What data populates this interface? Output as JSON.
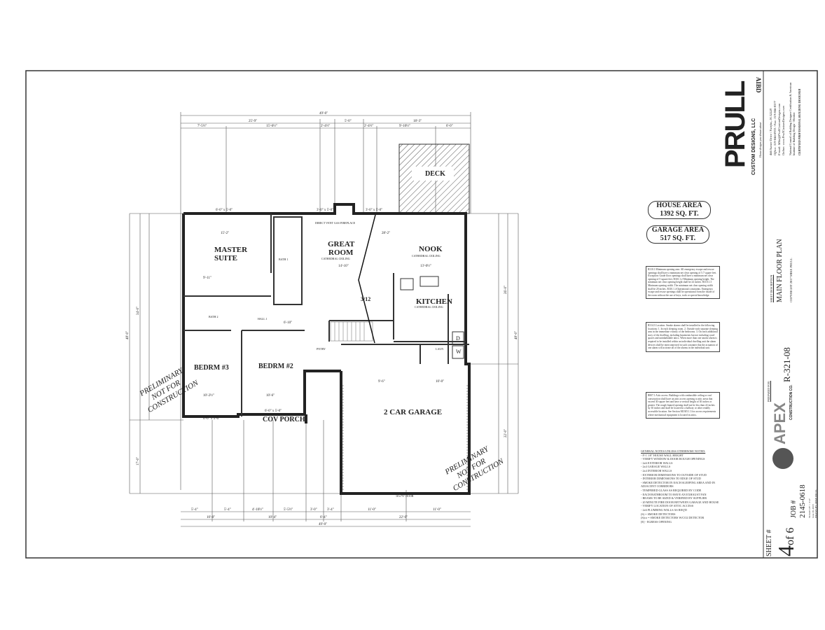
{
  "rooms": {
    "master": "MASTER",
    "master2": "SUITE",
    "great": "GREAT",
    "great2": "ROOM",
    "great_ceiling": "CATHEDRAL CEILING",
    "nook": "NOOK",
    "nook_ceiling": "CATHEDRAL CEILING",
    "kitchen": "KITCHEN",
    "kitchen_ceiling": "CATHEDRAL CEILING",
    "bedrm3": "BEDRM #3",
    "bedrm2": "BEDRM #2",
    "porch": "COV PORCH",
    "garage": "2 CAR GARAGE",
    "deck": "DECK",
    "bath1": "BATH 1",
    "bath2": "BATH 2",
    "hall": "HALL 1",
    "pantry": "PNTRY",
    "laun": "LAUN",
    "fireplace": "DIRECT VENT GAS FIREPLACE",
    "garage_door": "16'x7'6\" DOOR",
    "washer": "W",
    "dryer": "D",
    "pitch": "3/12"
  },
  "dims": {
    "top": [
      "49'-0\"",
      "25'-9\"",
      "5'-0\"",
      "18'-3\"",
      "7'-5½\"",
      "15'-6½\"",
      "2'-4½\"",
      "2'-4½\"",
      "9'-10½\"",
      "6'-0\""
    ],
    "bottom": [
      "5'-4\"",
      "5'-4\"",
      "4'-10½\"",
      "5'-5½\"",
      "3'-0\"",
      "3'-4\"",
      "11'-0\"",
      "11'-0\"",
      "10'-8\"",
      "10'-4\"",
      "6'-4\"",
      "22'-0\"",
      "49'-0\""
    ],
    "left": [
      "48'-0\"",
      "34'-0\"",
      "17'-0\""
    ],
    "right": [
      "48'-0\"",
      "26'-0\"",
      "22'-0\""
    ],
    "interior": [
      "15'-2\"",
      "28'-2\"",
      "14'-10\"",
      "13'-0½\"",
      "9'-11\"",
      "10'-2½\"",
      "10'-6\"",
      "6'-10\"",
      "9'-6\"",
      "10'-0\""
    ],
    "windows": [
      "6'-0\" x 5'-0\"",
      "3'-0\" x 5'-0\"",
      "3'-0\" x 5'-0\"",
      "6'-0\" x 5'-0\"",
      "6'-0\" x 5'-0\""
    ]
  },
  "stamps": [
    "PRELIMINARY",
    "NOT FOR",
    "CONSTRUCTION"
  ],
  "areas": {
    "house_label": "HOUSE AREA",
    "house_value": "1392 SQ. FT.",
    "garage_label": "GARAGE AREA",
    "garage_value": "517 SQ. FT."
  },
  "notes": {
    "egress": "R310.1 Minimum opening area. All emergency escape and rescue openings shall have a minimum net clear opening of 5.7 square feet. Exception: Grade floor openings shall have a minimum net clear opening of 5 square feet. R310.1.2 Minimum opening height. The minimum net clear opening height shall be 24 inches. R310.1.3 Minimum opening width. The minimum net clear opening width shall be 20 inches. R310.1.4 Operational constraints. Emergency escape and rescue openings shall be operational from the inside of the room without the use of keys, tools or special knowledge.",
    "smoke": "R314.3 Location. Smoke alarms shall be installed in the following locations: 1. In each sleeping room. 2. Outside each separate sleeping area in the immediate vicinity of the bedrooms. 3. On each additional story of the dwelling, including basements but not including crawl spaces and uninhabitable attics. When more than one smoke alarm is required to be installed within an individual dwelling unit the alarm devices shall be interconnected in such a manner that the actuation of one alarm will activate all of the alarms in the individual unit.",
    "attic": "R807.1 Attic access. Buildings with combustible ceiling or roof construction shall have an attic access opening to attic areas that exceed 30 square feet and have a vertical height of 30 inches or greater. The rough-framed opening shall not be less than 22 inches by 30 inches and shall be located in a hallway or other readily accessible location. See Section M1305.1.3 for access requirements where mechanical equipment is located in attics."
  },
  "general_notes": {
    "title": "GENERAL NOTES UNLESS OTHERWISE NOTED:",
    "items": [
      "- 8'-1 1/8\" HOUSE WALL HEIGHT",
      "- VERIFY WINDOW & DOOR ROUGH OPENINGS",
      "- 2x6 EXTERIOR WALLS",
      "- 2x4 GARAGE WALLS",
      "- 2x4 INTERIOR WALLS",
      "- EXTERIOR DIMENSIONS TO OUTSIDE OF STUD",
      "- INTERIOR DIMENSIONS TO EDGE OF STUD",
      "- SMOKE DETECTOR IN EACH SLEEPING AREA AND IN ADJACENT CORRIDORS",
      "- TEMPERED GLASS AS REQUIRED BY CODE",
      "- EACH BATHROOM TO HAVE AN EXHAUST FAN",
      "- BEAMS TO BE SIZED & VERIFIED BY SUPPLIER",
      "- 20 MINUTE FIRE DOOR BETWEEN GARAGE AND HOUSE",
      "- VERIFY LOCATION OF ATTIC ACCESS",
      "- 2x6 PLUMBING WALLS AS REQ'D",
      "(S) = SMOKE DETECTORS",
      "(S)co = SMOKE DETECTORS W/CO2 DETECTOR",
      "[E] - EGRESS OPENING"
    ]
  },
  "title_block": {
    "company": "PRULL",
    "company_sub": "CUSTOM DESIGNS, LLC",
    "tagline": "Home designs you dream about",
    "aibd": "AIBD",
    "address": "466 Sunset Drive / Fairfax, IA 52228",
    "phone": "Office: 319-846-8933 / Fax: 319-846-8377",
    "email": "E-mail: Mike@PrullCustomDesigns.com",
    "web": "Online: www.PrullCustomDesigns.com",
    "assoc": "National Council of Building Designer Certification & American Institute of Building Design - Member",
    "certified": "CERTIFIED PROFESSIONAL BUILDING DESIGNER",
    "sheet_desc_label": "SHEET DESCRIPTION",
    "sheet_desc": "MAIN FLOOR PLAN",
    "copyright": "COPYRIGHT 2017 MIKE PRULL",
    "prepared_for": "PREPARED FOR:",
    "client": "APEX",
    "client_sub": "CONSTRUCTION CO.",
    "plan_no": "R-321-08",
    "job_label": "JOB #",
    "job": "2145-0618",
    "scale": "SCALE 1/8\" = 1'-0\"",
    "date": "June 18, 2018",
    "drawn": "DRAWN BY: MIKE PRULL",
    "sheet_label": "SHEET #",
    "sheet": "4",
    "sheet_of": "of 6"
  }
}
